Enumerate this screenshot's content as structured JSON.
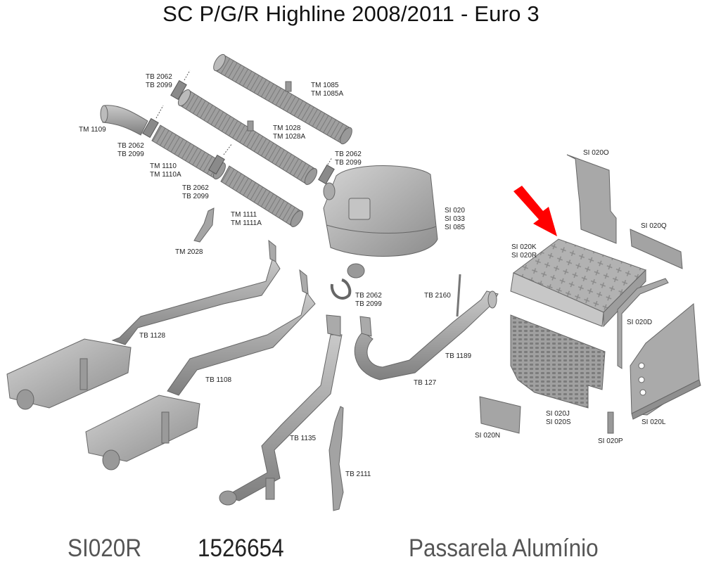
{
  "title": "SC P/G/R Highline 2008/2011 - Euro 3",
  "highlight": {
    "color": "#ff0000",
    "target_part": "SI 020R",
    "shape": "arrow"
  },
  "parts": [
    {
      "id": "tm1085",
      "lines": [
        "TM 1085",
        "TM 1085A"
      ]
    },
    {
      "id": "tb2062a",
      "lines": [
        "TB 2062",
        "TB 2099"
      ]
    },
    {
      "id": "tm1109",
      "lines": [
        "TM 1109"
      ]
    },
    {
      "id": "tb2062b",
      "lines": [
        "TB 2062",
        "TB 2099"
      ]
    },
    {
      "id": "tm1028",
      "lines": [
        "TM 1028",
        "TM 1028A"
      ]
    },
    {
      "id": "tb2062c",
      "lines": [
        "TB 2062",
        "TB 2099"
      ]
    },
    {
      "id": "tm1110",
      "lines": [
        "TM 1110",
        "TM 1110A"
      ]
    },
    {
      "id": "tb2062d",
      "lines": [
        "TB 2062",
        "TB 2099"
      ]
    },
    {
      "id": "tm1111",
      "lines": [
        "TM 1111",
        "TM 1111A"
      ]
    },
    {
      "id": "tm2028",
      "lines": [
        "TM 2028"
      ]
    },
    {
      "id": "si020",
      "lines": [
        "SI 020",
        "SI 033",
        "SI 085"
      ]
    },
    {
      "id": "si020o",
      "lines": [
        "SI 020O"
      ]
    },
    {
      "id": "si020q",
      "lines": [
        "SI 020Q"
      ]
    },
    {
      "id": "si020k",
      "lines": [
        "SI 020K",
        "SI 020R"
      ]
    },
    {
      "id": "tb2062e",
      "lines": [
        "TB 2062",
        "TB 2099"
      ]
    },
    {
      "id": "tb2160",
      "lines": [
        "TB 2160"
      ]
    },
    {
      "id": "tb1128",
      "lines": [
        "TB 1128"
      ]
    },
    {
      "id": "si020d",
      "lines": [
        "SI 020D"
      ]
    },
    {
      "id": "tb1189",
      "lines": [
        "TB 1189"
      ]
    },
    {
      "id": "tb1108",
      "lines": [
        "TB 1108"
      ]
    },
    {
      "id": "tb127",
      "lines": [
        "TB 127"
      ]
    },
    {
      "id": "si020j",
      "lines": [
        "SI 020J",
        "SI 020S"
      ]
    },
    {
      "id": "si020l",
      "lines": [
        "SI 020L"
      ]
    },
    {
      "id": "si020n",
      "lines": [
        "SI 020N"
      ]
    },
    {
      "id": "si020p",
      "lines": [
        "SI 020P"
      ]
    },
    {
      "id": "tb1135",
      "lines": [
        "TB 1135"
      ]
    },
    {
      "id": "tb2111",
      "lines": [
        "TB 2111"
      ]
    }
  ],
  "footer": {
    "part_code": "SI020R",
    "part_number": "1526654",
    "description": "Passarela Alumínio"
  }
}
